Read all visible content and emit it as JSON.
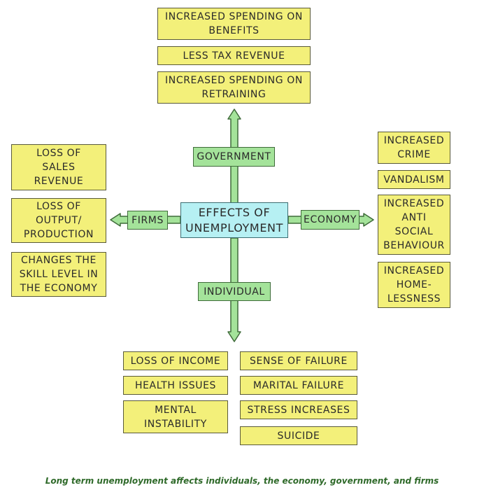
{
  "center": "EFFECTS OF\nUNEMPLOYMENT",
  "branches": {
    "government": "GOVERNMENT",
    "firms": "FIRMS",
    "economy": "ECONOMY",
    "individual": "INDIVIDUAL"
  },
  "government_effects": [
    "INCREASED SPENDING ON\nBENEFITS",
    "LESS TAX REVENUE",
    "INCREASED SPENDING ON\nRETRAINING"
  ],
  "firms_effects": [
    "LOSS OF\nSALES\nREVENUE",
    "LOSS OF\nOUTPUT/\nPRODUCTION",
    "CHANGES THE\nSKILL LEVEL IN\nTHE ECONOMY"
  ],
  "economy_effects": [
    "INCREASED\nCRIME",
    "VANDALISM",
    "INCREASED\nANTI\nSOCIAL\nBEHAVIOUR",
    "INCREASED\nHOME-\nLESSNESS"
  ],
  "individual_effects": [
    "LOSS OF INCOME",
    "SENSE OF FAILURE",
    "HEALTH ISSUES",
    "MARITAL FAILURE",
    "MENTAL\nINSTABILITY",
    "STRESS INCREASES",
    "SUICIDE"
  ],
  "caption": "Long term unemployment affects individuals, the economy, government, and firms",
  "colors": {
    "effect_box": "#f3f07a",
    "branch_box": "#a4e39a",
    "center_box": "#b6f0f3",
    "caption": "#2f6a2a"
  }
}
